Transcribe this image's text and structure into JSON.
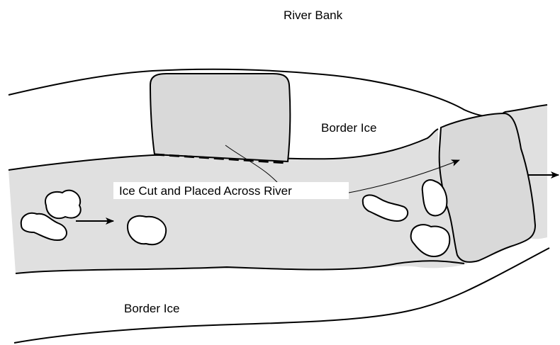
{
  "labels": {
    "river_bank": "River Bank",
    "border_ice_top": "Border Ice",
    "ice_cut_caption": "Ice Cut and Placed Across River",
    "border_ice_bottom": "Border Ice"
  },
  "colors": {
    "water": "#e0e0e0",
    "ice_block": "#d9d9d9",
    "line": "#000000",
    "background": "#ffffff"
  }
}
